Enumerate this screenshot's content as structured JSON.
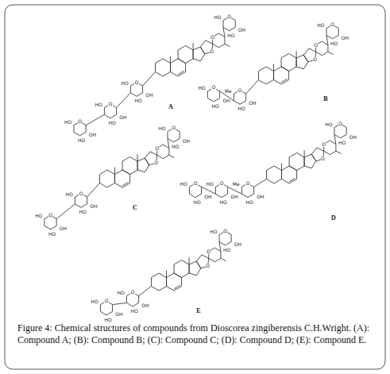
{
  "diagram": {
    "caption": "Figure 4: Chemical structures of compounds from Dioscorea zingiberensis C.H.Wright. (A): Compound A; (B): Compound B; (C): Compound C; (D): Compound D; (E): Compound E.",
    "labels": [
      "O",
      "O",
      "O",
      "HO",
      "HO",
      "OH",
      "O",
      "HO",
      "HO",
      "OH",
      "O",
      "HO",
      "HO",
      "OH",
      "O",
      "HO",
      "HO",
      "OH",
      "A",
      "O",
      "O",
      "O",
      "HO",
      "HO",
      "OH",
      "O",
      "Me",
      "HO",
      "OH",
      "O",
      "HO",
      "HO",
      "OH",
      "B",
      "O",
      "O",
      "O",
      "HO",
      "HO",
      "OH",
      "O",
      "HO",
      "HO",
      "OH",
      "O",
      "HO",
      "HO",
      "OH",
      "C",
      "O",
      "O",
      "O",
      "HO",
      "HO",
      "OH",
      "O",
      "Me",
      "HO",
      "OH",
      "O",
      "HO",
      "HO",
      "OH",
      "O",
      "HO",
      "HO",
      "OH",
      "D",
      "O",
      "O",
      "O",
      "HO",
      "HO",
      "OH",
      "O",
      "HO",
      "HO",
      "OH",
      "O",
      "HO",
      "HO",
      "OH",
      "E"
    ]
  }
}
